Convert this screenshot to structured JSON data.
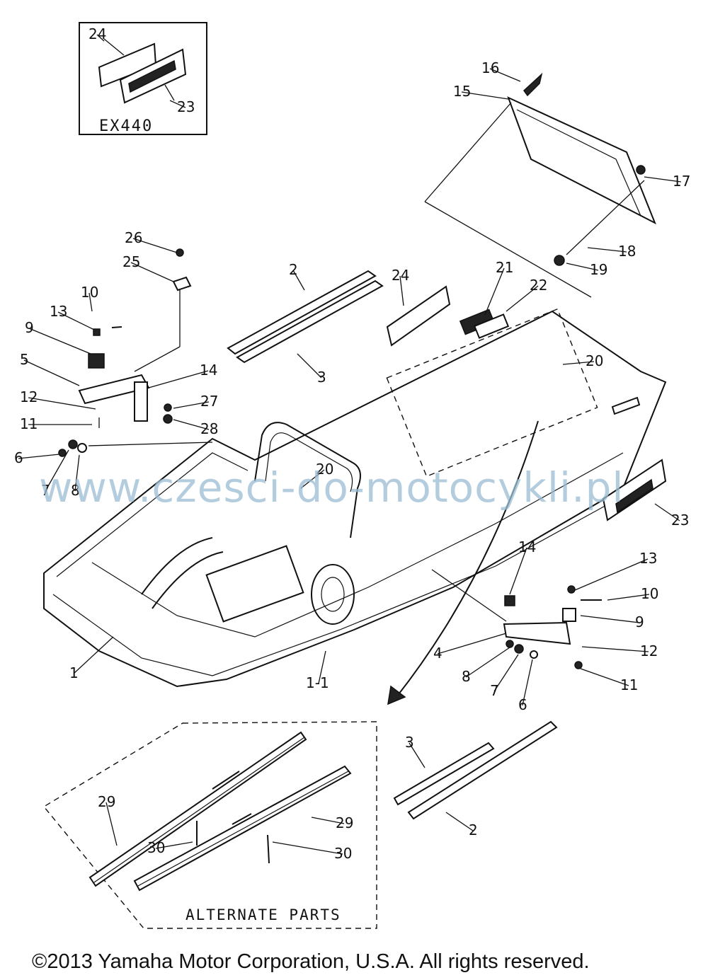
{
  "diagram": {
    "model_label": "EX440",
    "alternate_parts_label": "ALTERNATE PARTS",
    "callouts": [
      "24",
      "23",
      "16",
      "15",
      "17",
      "18",
      "19",
      "26",
      "25",
      "2",
      "24",
      "21",
      "22",
      "10",
      "13",
      "9",
      "5",
      "14",
      "27",
      "12",
      "11",
      "28",
      "6",
      "7",
      "8",
      "3",
      "20",
      "20",
      "23",
      "14",
      "13",
      "10",
      "9",
      "12",
      "4",
      "8",
      "7",
      "6",
      "11",
      "1",
      "1-1",
      "3",
      "2",
      "29",
      "29",
      "30",
      "30"
    ]
  },
  "watermark": "www.czesci-do-motocykli.pl",
  "copyright": "©2013 Yamaha Motor Corporation, U.S.A. All rights reserved."
}
